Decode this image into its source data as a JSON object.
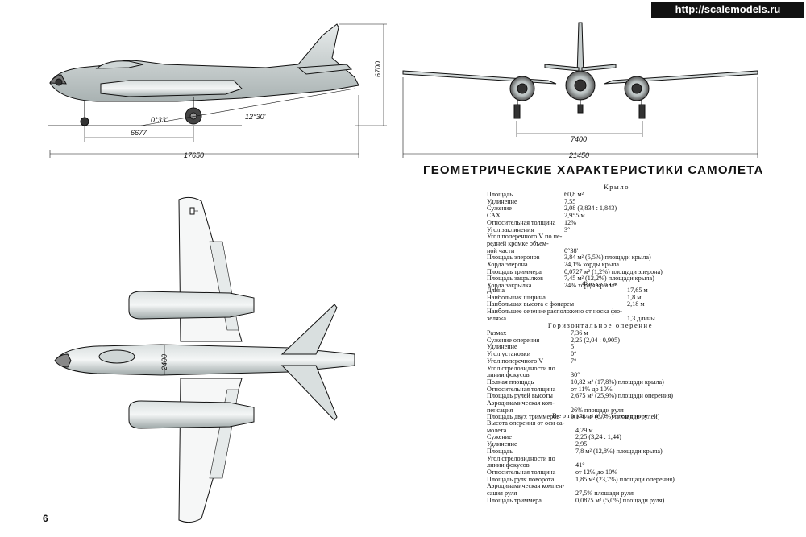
{
  "watermark": "http://scalemodels.ru",
  "page_number": "6",
  "heading": "ГЕОМЕТРИЧЕСКИЕ ХАРАКТЕРИСТИКИ САМОЛЕТА",
  "side_view": {
    "height": "6700",
    "angle_1": "0°33'",
    "angle_2": "12°30'",
    "wheelbase": "6677",
    "length": "17650"
  },
  "front_view": {
    "track": "7400",
    "span": "21450"
  },
  "top_view": {
    "fuselage_width": "2400"
  },
  "sections": {
    "wing": {
      "title": "Крыло",
      "rows": [
        {
          "label": "Площадь",
          "value": "60,8 м²"
        },
        {
          "label": "Удлинение",
          "value": "7,55"
        },
        {
          "label": "Сужение",
          "value": "2,08 (3,834 : 1,843)"
        },
        {
          "label": "САХ",
          "value": "2,955 м"
        },
        {
          "label": "Относительная толщина",
          "value": "12%"
        },
        {
          "label": "Угол заклинения",
          "value": "3°"
        },
        {
          "label": "Угол поперечного V по пе-",
          "value": ""
        },
        {
          "label": "редней кромке объем-",
          "value": ""
        },
        {
          "label": "ной части",
          "value": "0°38'"
        },
        {
          "label": "Площадь элеронов",
          "value": "3,84 м² (5,5%) площади крыла)"
        },
        {
          "label": "Хорда элерона",
          "value": "24,1% хорды крыла"
        },
        {
          "label": "Площадь триммера",
          "value": "0,0727 м² (1,2%) площади элерона)"
        },
        {
          "label": "Площадь закрылков",
          "value": "7,45 м² (12,2%) площади крыла)"
        },
        {
          "label": "Хорда закрылка",
          "value": "24% хорды крыла"
        }
      ]
    },
    "fuselage": {
      "title": "Фюзеляж",
      "rows": [
        {
          "label": "Длина",
          "value": "17,65 м"
        },
        {
          "label": "Наибольшая ширина",
          "value": "1,8 м"
        },
        {
          "label": "Наибольшая высота с фонарем",
          "value": "2,18 м"
        },
        {
          "label": "Наибольшее сечение расположено от носка фю-",
          "value": ""
        },
        {
          "label": "зеляжа",
          "value": "1,3 длины"
        }
      ]
    },
    "htail": {
      "title": "Горизонтальное оперение",
      "rows": [
        {
          "label": "Размах",
          "value": "7,36 м"
        },
        {
          "label": "Сужение оперения",
          "value": "2,25 (2,04 : 0,905)"
        },
        {
          "label": "Удлинение",
          "value": "5"
        },
        {
          "label": "Угол установки",
          "value": "0°"
        },
        {
          "label": "Угол поперечного V",
          "value": "7°"
        },
        {
          "label": "Угол стреловидности по",
          "value": ""
        },
        {
          "label": "линии фокусов",
          "value": "30°"
        },
        {
          "label": "Полная площадь",
          "value": "10,82 м² (17,8%) площади крыла)"
        },
        {
          "label": "Относительная толщина",
          "value": "от 11% до 10%"
        },
        {
          "label": "Площадь рулей высоты",
          "value": "2,675 м² (25,9%) площади оперения)"
        },
        {
          "label": "Аэродинамическая ком-",
          "value": ""
        },
        {
          "label": "пенсация",
          "value": "26% площади руля"
        },
        {
          "label": "Площадь двух триммеров",
          "value": "0,178 м² (6,7%) площади рулей)"
        }
      ]
    },
    "vtail": {
      "title": "Вертикальное оперение",
      "rows": [
        {
          "label": "Высота оперения от оси са-",
          "value": ""
        },
        {
          "label": "молета",
          "value": "4,29 м"
        },
        {
          "label": "Сужение",
          "value": "2,25 (3,24 : 1,44)"
        },
        {
          "label": "Удлинение",
          "value": "2,95"
        },
        {
          "label": "Площадь",
          "value": "7,8 м² (12,8%) площади крыла)"
        },
        {
          "label": "Угол стреловидности по",
          "value": ""
        },
        {
          "label": "линии фокусов",
          "value": "41°"
        },
        {
          "label": "Относительная толщина",
          "value": "от 12% до 10%"
        },
        {
          "label": "Площадь руля поворота",
          "value": "1,85 м² (23,7%) площади оперения)"
        },
        {
          "label": "Аэродинамическая компен-",
          "value": ""
        },
        {
          "label": "сация руля",
          "value": "27,5% площади руля"
        },
        {
          "label": "Площадь триммера",
          "value": "0,0875 м² (5,0%) площади руля)"
        }
      ]
    }
  }
}
